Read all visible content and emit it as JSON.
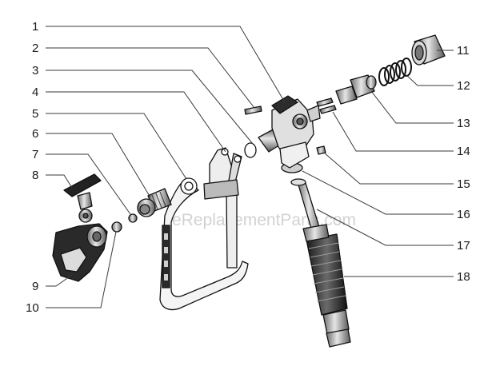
{
  "watermark": "eReplacementParts.com",
  "callouts": {
    "n1": "1",
    "n2": "2",
    "n3": "3",
    "n4": "4",
    "n5": "5",
    "n6": "6",
    "n7": "7",
    "n8": "8",
    "n9": "9",
    "n10": "10",
    "n11": "11",
    "n12": "12",
    "n13": "13",
    "n14": "14",
    "n15": "15",
    "n16": "16",
    "n17": "17",
    "n18": "18"
  }
}
